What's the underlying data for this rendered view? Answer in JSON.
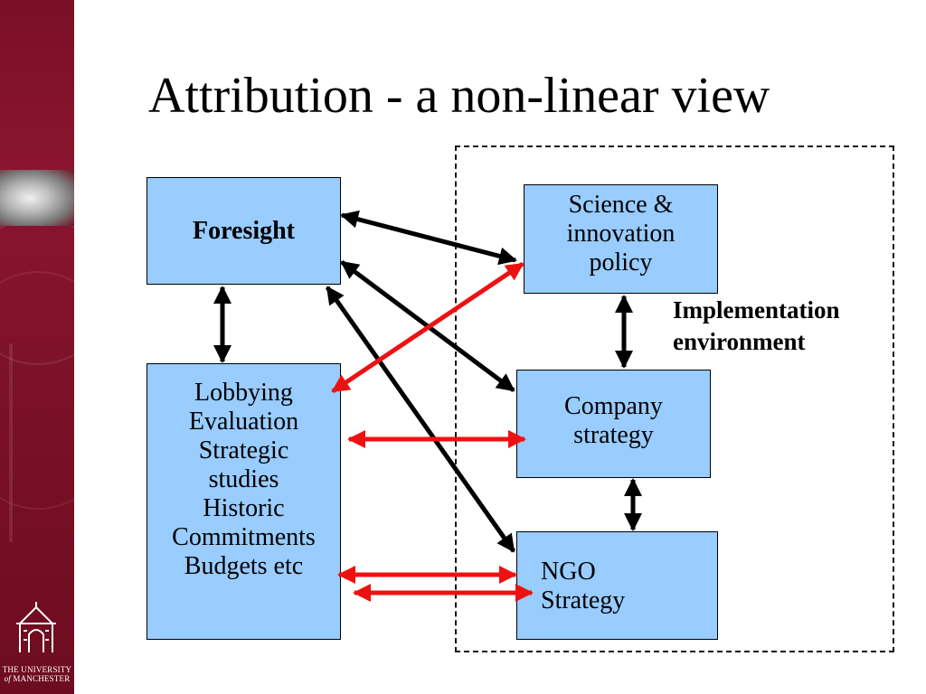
{
  "slide": {
    "title": "Attribution - a non-linear view"
  },
  "boxes": {
    "foresight": "Foresight",
    "activities": "Lobbying\nEvaluation\nStrategic\n  studies\nHistoric\nCommitments\nBudgets etc",
    "science_policy": "Science &\ninnovation\n policy",
    "company_strategy": "Company\nstrategy",
    "ngo_strategy": "NGO\nStrategy"
  },
  "environment_label": "Implementation\nenvironment",
  "branding": {
    "line1": "THE UNIVERSITY",
    "line2_italic": "of",
    "line2": " MANCHESTER"
  },
  "colors": {
    "box_fill": "#99ccff",
    "sidebar": "#7a0f25",
    "arrow_black": "#000000",
    "arrow_red": "#ee1111"
  }
}
